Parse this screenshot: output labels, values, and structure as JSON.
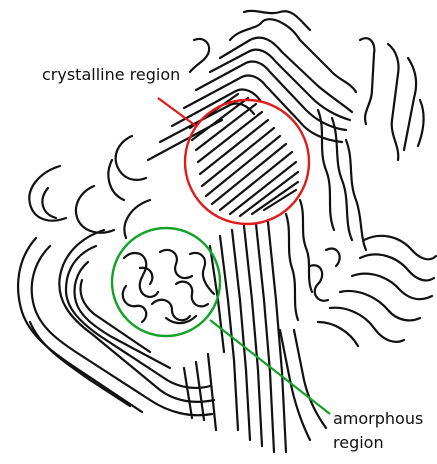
{
  "annotations": {
    "crystalline": {
      "label": "crystalline region",
      "color": "#e01b1b"
    },
    "amorphous": {
      "label_line1": "amorphous",
      "label_line2": "region",
      "color": "#13a128"
    }
  },
  "chain_color": "#111111"
}
